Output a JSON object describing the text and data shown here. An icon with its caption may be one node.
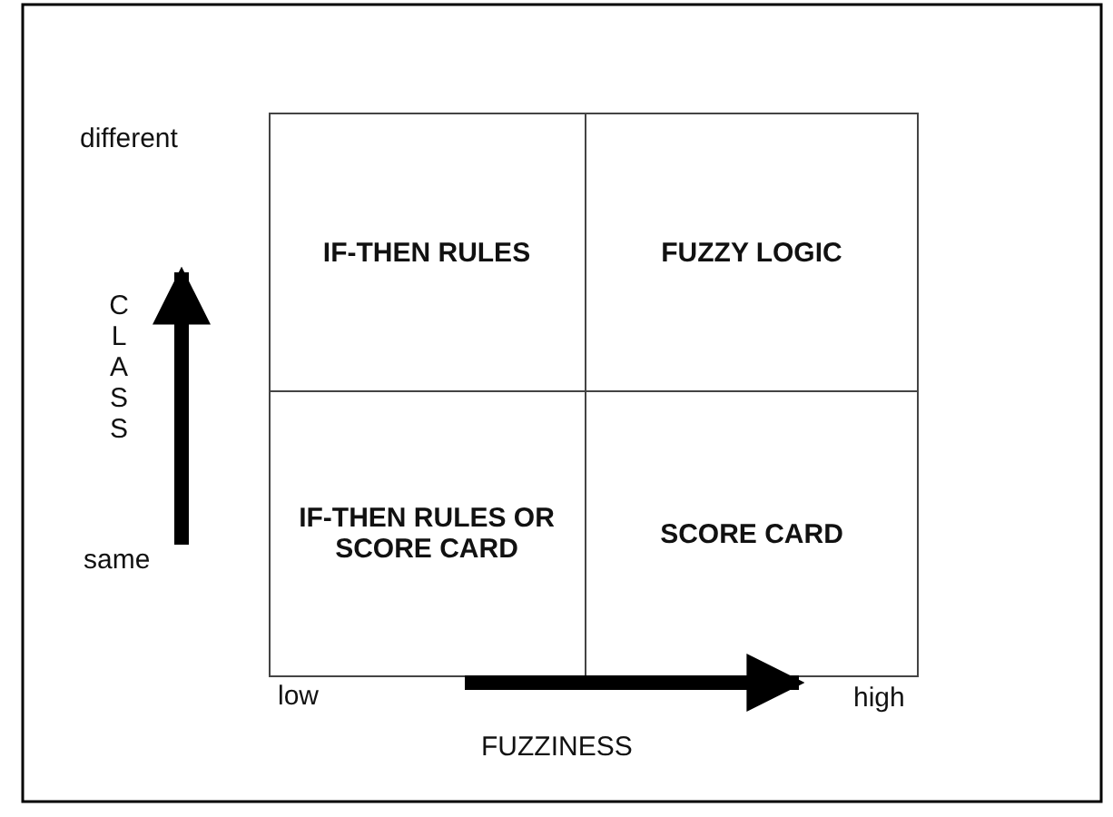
{
  "diagram": {
    "labels": [
      "different",
      "IF-THEN RULES",
      "FUZZY LOGIC",
      "CLASS",
      "IF-THEN RULES OR SCORE CARD",
      "SCORE CARD",
      "same",
      "low",
      "high",
      "FUZZINESS"
    ]
  }
}
